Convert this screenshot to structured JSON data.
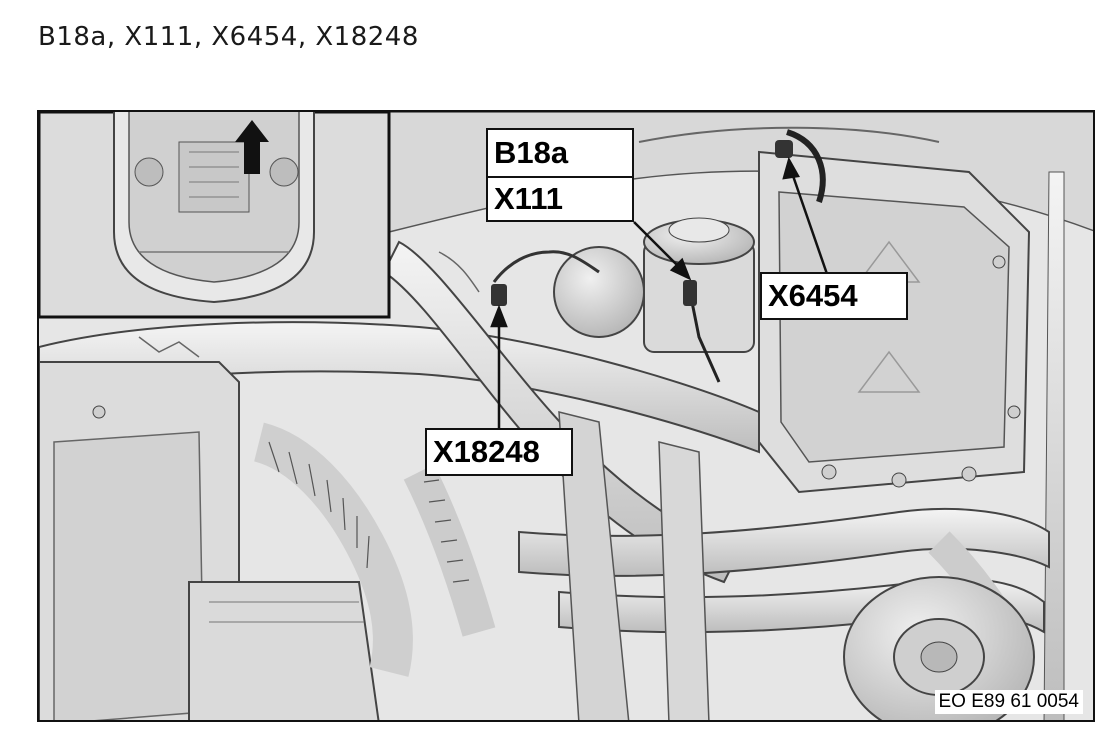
{
  "title": "B18a, X111, X6454, X18248",
  "labels": {
    "b18a": "B18a",
    "x111": "X111",
    "x6454": "X6454",
    "x18248": "X18248"
  },
  "reference_code": "EO E89 61 0054",
  "colors": {
    "background": "#e9e9e9",
    "component_fill": "#d6d6d6",
    "line_art": "#444444",
    "callout_border": "#111111"
  }
}
